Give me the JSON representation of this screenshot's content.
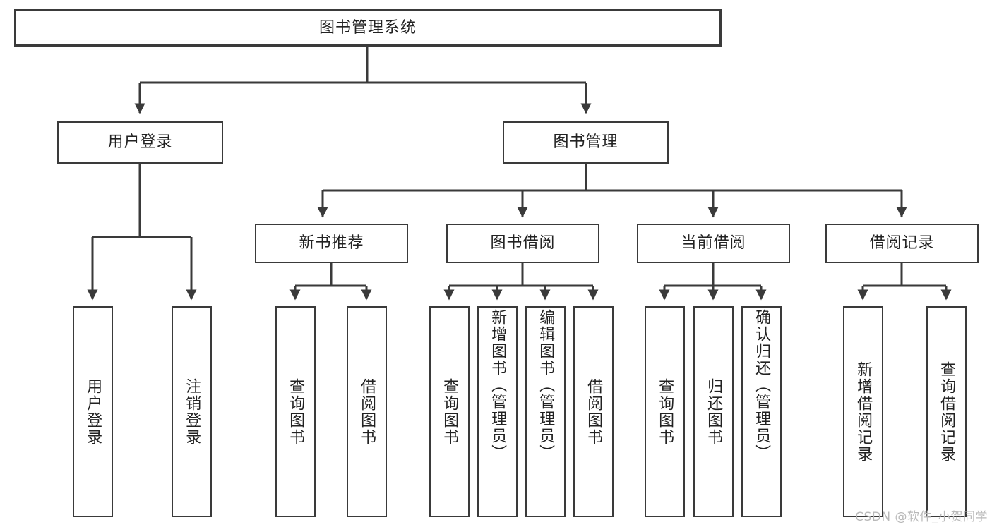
{
  "diagram": {
    "type": "tree",
    "title": "图书管理系统",
    "watermark": "CSDN @软件_小贺同学",
    "colors": {
      "box_border": "#3a3a3a",
      "box_fill": "#ffffff",
      "connector": "#3a3a3a",
      "text": "#222222",
      "watermark": "#b9b9b9"
    },
    "nodes": {
      "root": "图书管理系统",
      "l2_user": "用户登录",
      "l2_book": "图书管理",
      "l3_newbook": "新书推荐",
      "l3_borrow": "图书借阅",
      "l3_current": "当前借阅",
      "l3_record": "借阅记录",
      "leaf_user_login": "用户登录",
      "leaf_user_logout": "注销登录",
      "leaf_new_query": "查询图书",
      "leaf_new_borrow": "借阅图书",
      "leaf_borrow_query": "查询图书",
      "leaf_borrow_add": "新增图书（管理员）",
      "leaf_borrow_edit": "编辑图书（管理员）",
      "leaf_borrow_lend": "借阅图书",
      "leaf_cur_query": "查询图书",
      "leaf_cur_return": "归还图书",
      "leaf_cur_confirm": "确认归还（管理员）",
      "leaf_rec_add": "新增借阅记录",
      "leaf_rec_query": "查询借阅记录"
    }
  }
}
